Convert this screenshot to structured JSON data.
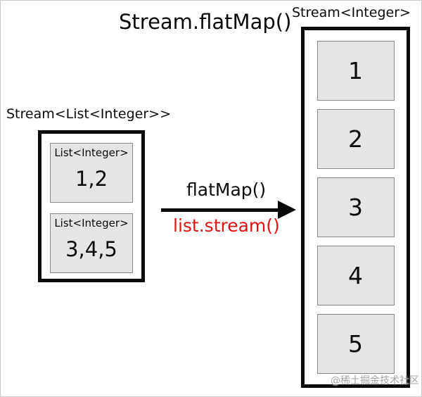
{
  "title": "Stream.flatMap()",
  "source": {
    "label": "Stream<List<Integer>>",
    "items": [
      {
        "type_label": "List<Integer>",
        "value": "1,2"
      },
      {
        "type_label": "List<Integer>",
        "value": "3,4,5"
      }
    ]
  },
  "transform": {
    "operation": "flatMap()",
    "mapper": "list.stream()"
  },
  "result": {
    "label": "Stream<Integer>",
    "items": [
      "1",
      "2",
      "3",
      "4",
      "5"
    ]
  },
  "watermark": "@稀土掘金技术社区",
  "colors": {
    "outline": "#0a0a0a",
    "box_fill": "#e5e5e5",
    "box_border": "#888888",
    "accent_red": "#e31212",
    "watermark_gray": "#a3a3a3"
  }
}
